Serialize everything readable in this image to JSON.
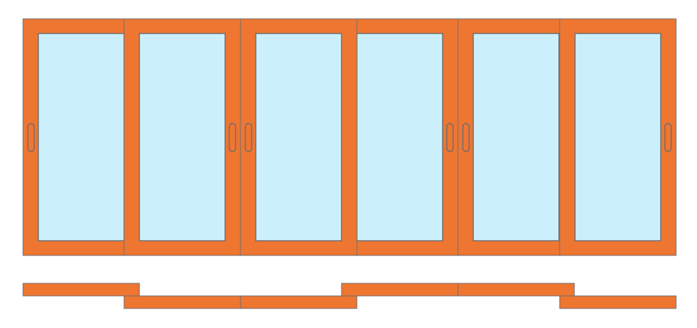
{
  "colors": {
    "frame": "#ee7631",
    "glass": "#ccf0fb",
    "stroke": "#6e6e6e",
    "background": "#ffffff"
  },
  "panels": [
    {
      "track": "back",
      "handle": "left"
    },
    {
      "track": "front",
      "handle": "right"
    },
    {
      "track": "front",
      "handle": "left"
    },
    {
      "track": "back",
      "handle": "right"
    },
    {
      "track": "back",
      "handle": "left"
    },
    {
      "track": "front",
      "handle": "right"
    }
  ]
}
